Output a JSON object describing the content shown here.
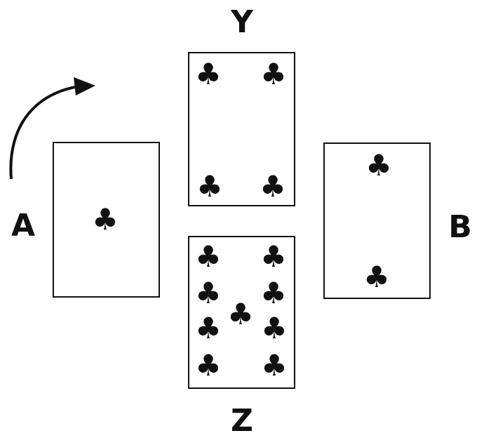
{
  "labels": {
    "a": "A",
    "b": "B",
    "y": "Y",
    "z": "Z"
  },
  "cards": {
    "a": {
      "clubs": 1
    },
    "b": {
      "clubs": 2
    },
    "y": {
      "clubs": 4
    },
    "z": {
      "clubs": 9
    }
  },
  "suit_symbol": "♣"
}
